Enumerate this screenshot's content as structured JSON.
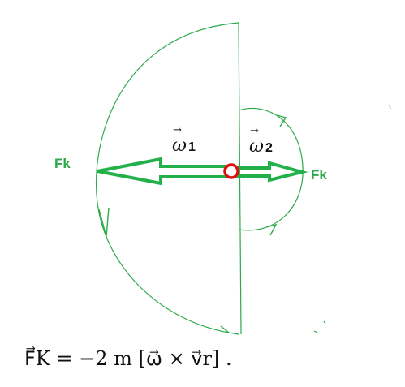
{
  "diagram": {
    "colors": {
      "curve": "#2eaa4a",
      "arrow": "#22b04a",
      "point": "#e01010",
      "text": "#111111"
    },
    "labels": {
      "fk_left": "Fk",
      "fk_right": "Fk",
      "omega_1_symbol": "ω",
      "omega_1_index": "1",
      "omega_2_symbol": "ω",
      "omega_2_index": "2"
    },
    "formula": "F⃗K = −2 m [ω⃗ × v⃗r] ."
  }
}
